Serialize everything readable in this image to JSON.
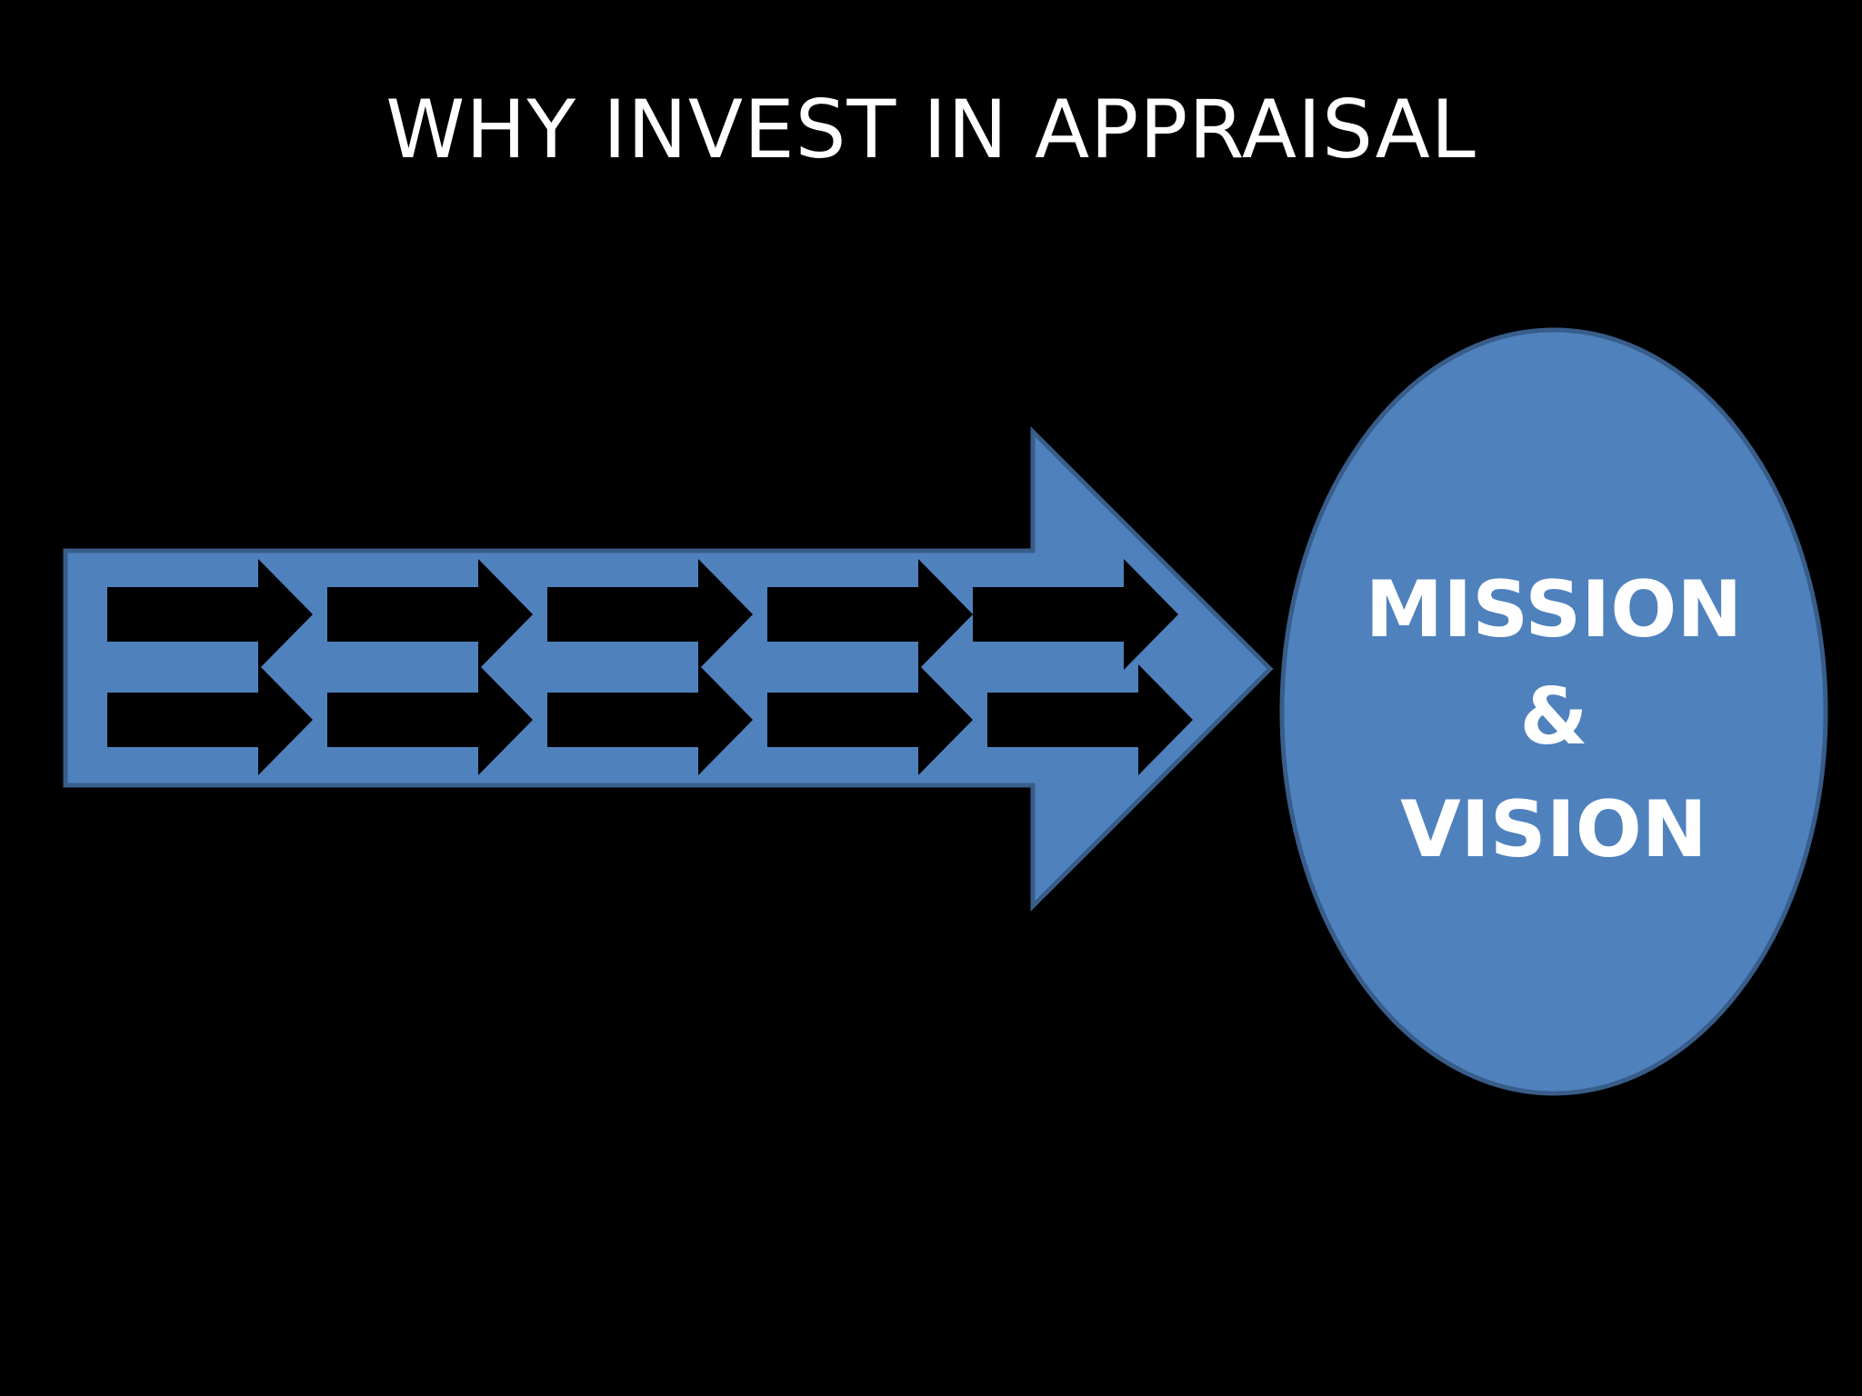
{
  "slide": {
    "title": "WHY INVEST IN APPRAISAL"
  },
  "diagram": {
    "arrow_rows": 2,
    "arrows_per_row": 5,
    "goal": {
      "line1": "MISSION",
      "line2": "&",
      "line3": "VISION"
    }
  },
  "colors": {
    "background": "#000000",
    "shape_fill": "#4f81bd",
    "shape_stroke": "#385d8a",
    "text": "#ffffff",
    "inner_arrow": "#000000"
  }
}
